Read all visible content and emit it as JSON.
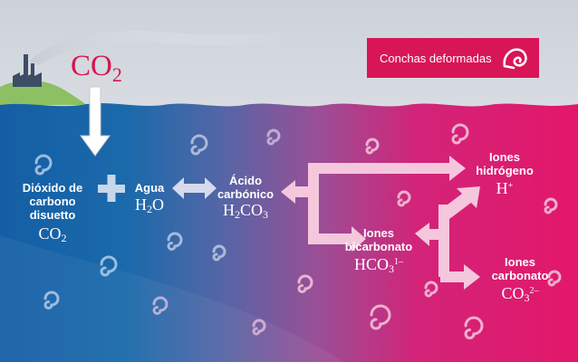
{
  "legend": {
    "text": "Conchas deformadas",
    "icon": "deformed-shell-icon"
  },
  "smokestack": {
    "co2_main": "CO",
    "co2_sub": "2"
  },
  "nodes": {
    "co2_dissolved": {
      "line1": "Dióxido de",
      "line2": "carbono",
      "line3": "disuetto",
      "formula_main": "CO",
      "formula_sub": "2"
    },
    "water": {
      "line1": "Agua",
      "formula_a": "H",
      "formula_sub": "2",
      "formula_b": "O"
    },
    "carbonic_acid": {
      "line1": "Ácido",
      "line2": "carbónico",
      "formula_a": "H",
      "formula_sub1": "2",
      "formula_b": "CO",
      "formula_sub2": "3"
    },
    "hydrogen_ions": {
      "line1": "Iones",
      "line2": "hidrógeno",
      "formula_main": "H",
      "formula_sup": "+"
    },
    "bicarbonate_ions": {
      "line1": "Iones",
      "line2": "bicarbonato",
      "formula_main": "HCO",
      "formula_sub": "3",
      "formula_sup": "1–"
    },
    "carbonate_ions": {
      "line1": "Iones",
      "line2": "carbonato",
      "formula_main": "CO",
      "formula_sub": "3",
      "formula_sup": "2–"
    }
  },
  "colors": {
    "ocean_left": "#1565a8",
    "ocean_mid": "#7d5b9f",
    "ocean_right": "#e0186a",
    "sky": "#d9dde4",
    "accent": "#d81657",
    "hill": "#8cc063"
  }
}
